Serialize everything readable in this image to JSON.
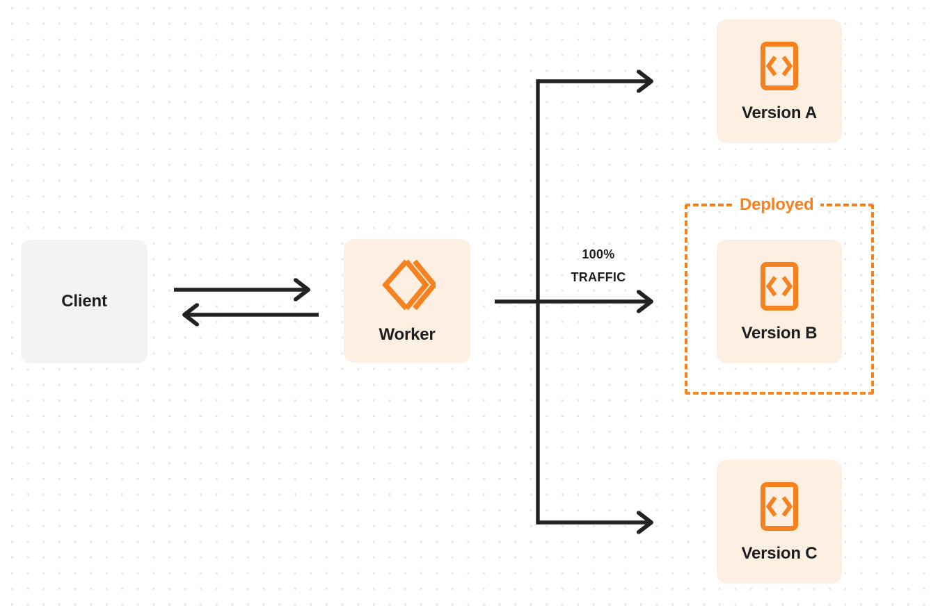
{
  "diagram": {
    "title": "Worker version traffic routing",
    "background": {
      "color": "#ffffff",
      "dot_color": "#e6e7e9",
      "dot_spacing": "22.6px"
    },
    "colors": {
      "orange": "#f6821f",
      "node_fill_orange": "#fdf0e3",
      "node_fill_gray": "#f2f3f4",
      "text": "#1d1d1f",
      "arrow": "#222222"
    }
  },
  "nodes": {
    "client": {
      "label": "Client",
      "fill": "#f2f3f4"
    },
    "worker": {
      "label": "Worker",
      "icon": "cloudflare-workers-logo-icon",
      "fill": "#fdf0e3"
    },
    "version_a": {
      "label": "Version A",
      "icon": "code-brackets-icon",
      "fill": "#fdf0e3"
    },
    "version_b": {
      "label": "Version B",
      "icon": "code-brackets-icon",
      "fill": "#fdf0e3"
    },
    "version_c": {
      "label": "Version C",
      "icon": "code-brackets-icon",
      "fill": "#fdf0e3"
    }
  },
  "groups": {
    "deployed": {
      "label": "Deployed",
      "border_style": "dashed",
      "border_color": "#f6821f",
      "contains": [
        "Version B"
      ]
    }
  },
  "edges": {
    "client_to_worker": {
      "direction": "right",
      "label": ""
    },
    "worker_to_client": {
      "direction": "left",
      "label": ""
    },
    "worker_to_version_b": {
      "direction": "right",
      "label_line1": "100%",
      "label_line2": "TRAFFIC",
      "traffic_percent": 100
    },
    "worker_to_version_a": {
      "direction": "right",
      "label": "",
      "traffic_percent": 0
    },
    "worker_to_version_c": {
      "direction": "right",
      "label": "",
      "traffic_percent": 0
    }
  }
}
